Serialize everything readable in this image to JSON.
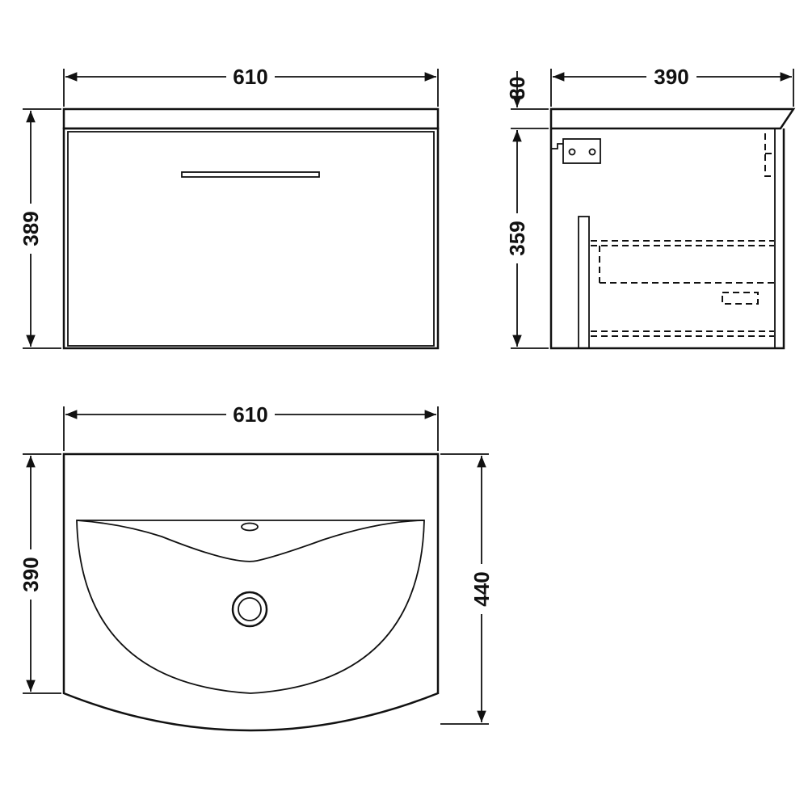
{
  "dimensions": {
    "front_width": "610",
    "front_height": "389",
    "side_depth": "390",
    "side_top_thickness": "30",
    "side_cabinet_height": "359",
    "basin_width": "610",
    "basin_depth_side": "390",
    "basin_depth_center": "440"
  },
  "colors": {
    "line": "#111111",
    "background": "#ffffff"
  }
}
